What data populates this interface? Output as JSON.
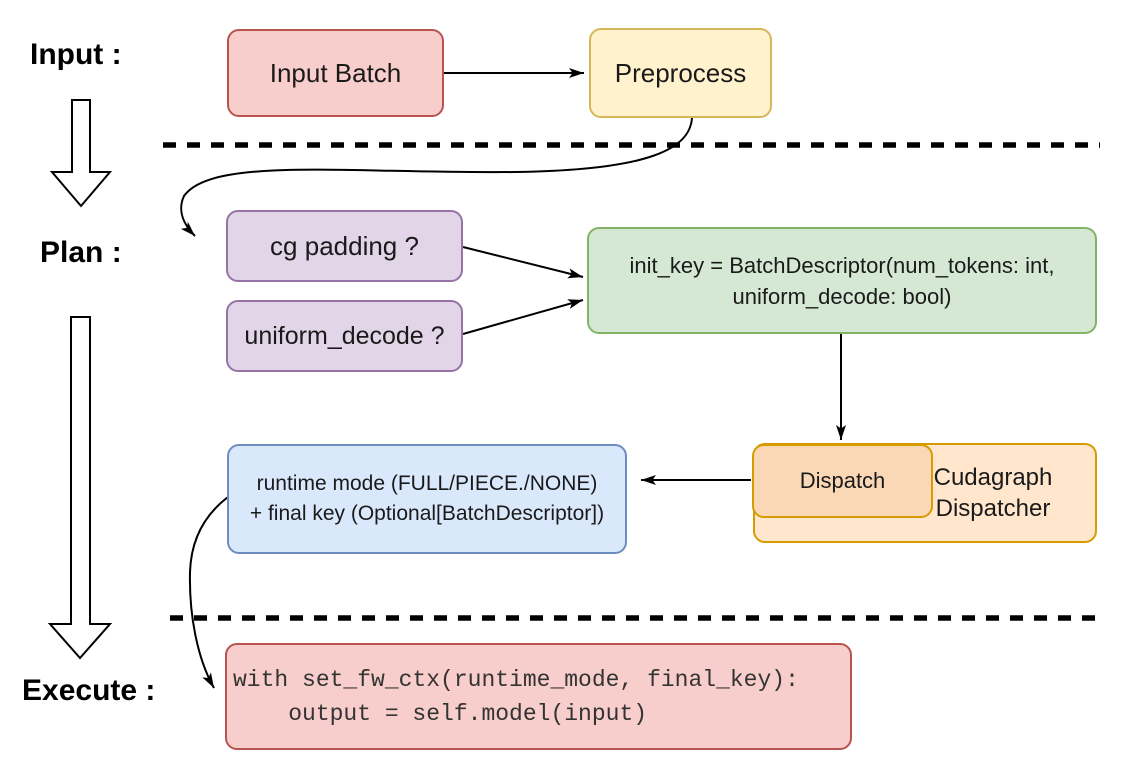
{
  "canvas": {
    "background": "#FFFFFF"
  },
  "sections": {
    "input_label": "Input :",
    "plan_label": "Plan :",
    "execute_label": "Execute :"
  },
  "nodes": {
    "input_batch": {
      "label": "Input Batch",
      "fill": "#F8CECC",
      "border": "#B85450"
    },
    "preprocess": {
      "label": "Preprocess",
      "fill": "#FFF2CC",
      "border": "#D6B656"
    },
    "cg_padding": {
      "label": "cg padding ?",
      "fill": "#E1D5E7",
      "border": "#9673A6"
    },
    "uniform_decode": {
      "label": "uniform_decode ?",
      "fill": "#E1D5E7",
      "border": "#9673A6"
    },
    "init_key": {
      "label": "init_key = BatchDescriptor(num_tokens: int,\nuniform_decode: bool)",
      "fill": "#D5E8D4",
      "border": "#82B366"
    },
    "dispatch": {
      "label": "Dispatch",
      "fill": "#FAD7B5",
      "border": "#D79B00"
    },
    "cudagraph_dispatcher": {
      "label": "Cudagraph Dispatcher",
      "fill": "#FFE6CC",
      "border": "#D79B00"
    },
    "runtime_mode": {
      "label": "runtime mode (FULL/PIECE./NONE)\n+ final key (Optional[BatchDescriptor])",
      "fill": "#DAE8FC",
      "border": "#6C8EBF"
    },
    "execute_code": {
      "label": "with set_fw_ctx(runtime_mode, final_key):\n    output = self.model(input)",
      "fill": "#F8CECC",
      "border": "#B85450"
    }
  },
  "connectors": {
    "arrow_color": "#000000",
    "divider_style": "dashed",
    "edges": [
      "input_batch -> preprocess",
      "preprocess -> cg_padding",
      "cg_padding -> init_key",
      "uniform_decode -> init_key",
      "init_key -> dispatch",
      "dispatch -> runtime_mode",
      "runtime_mode -> execute_code"
    ]
  }
}
